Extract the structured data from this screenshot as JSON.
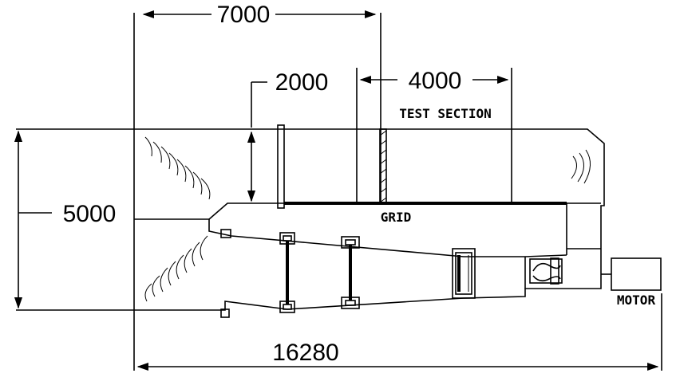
{
  "dimensions": {
    "top_length": "7000",
    "test_section_length": "4000",
    "height_2000": "2000",
    "overall_height": "5000",
    "overall_length": "16280"
  },
  "labels": {
    "test_section": "TEST SECTION",
    "grid": "GRID",
    "motor": "MOTOR"
  }
}
